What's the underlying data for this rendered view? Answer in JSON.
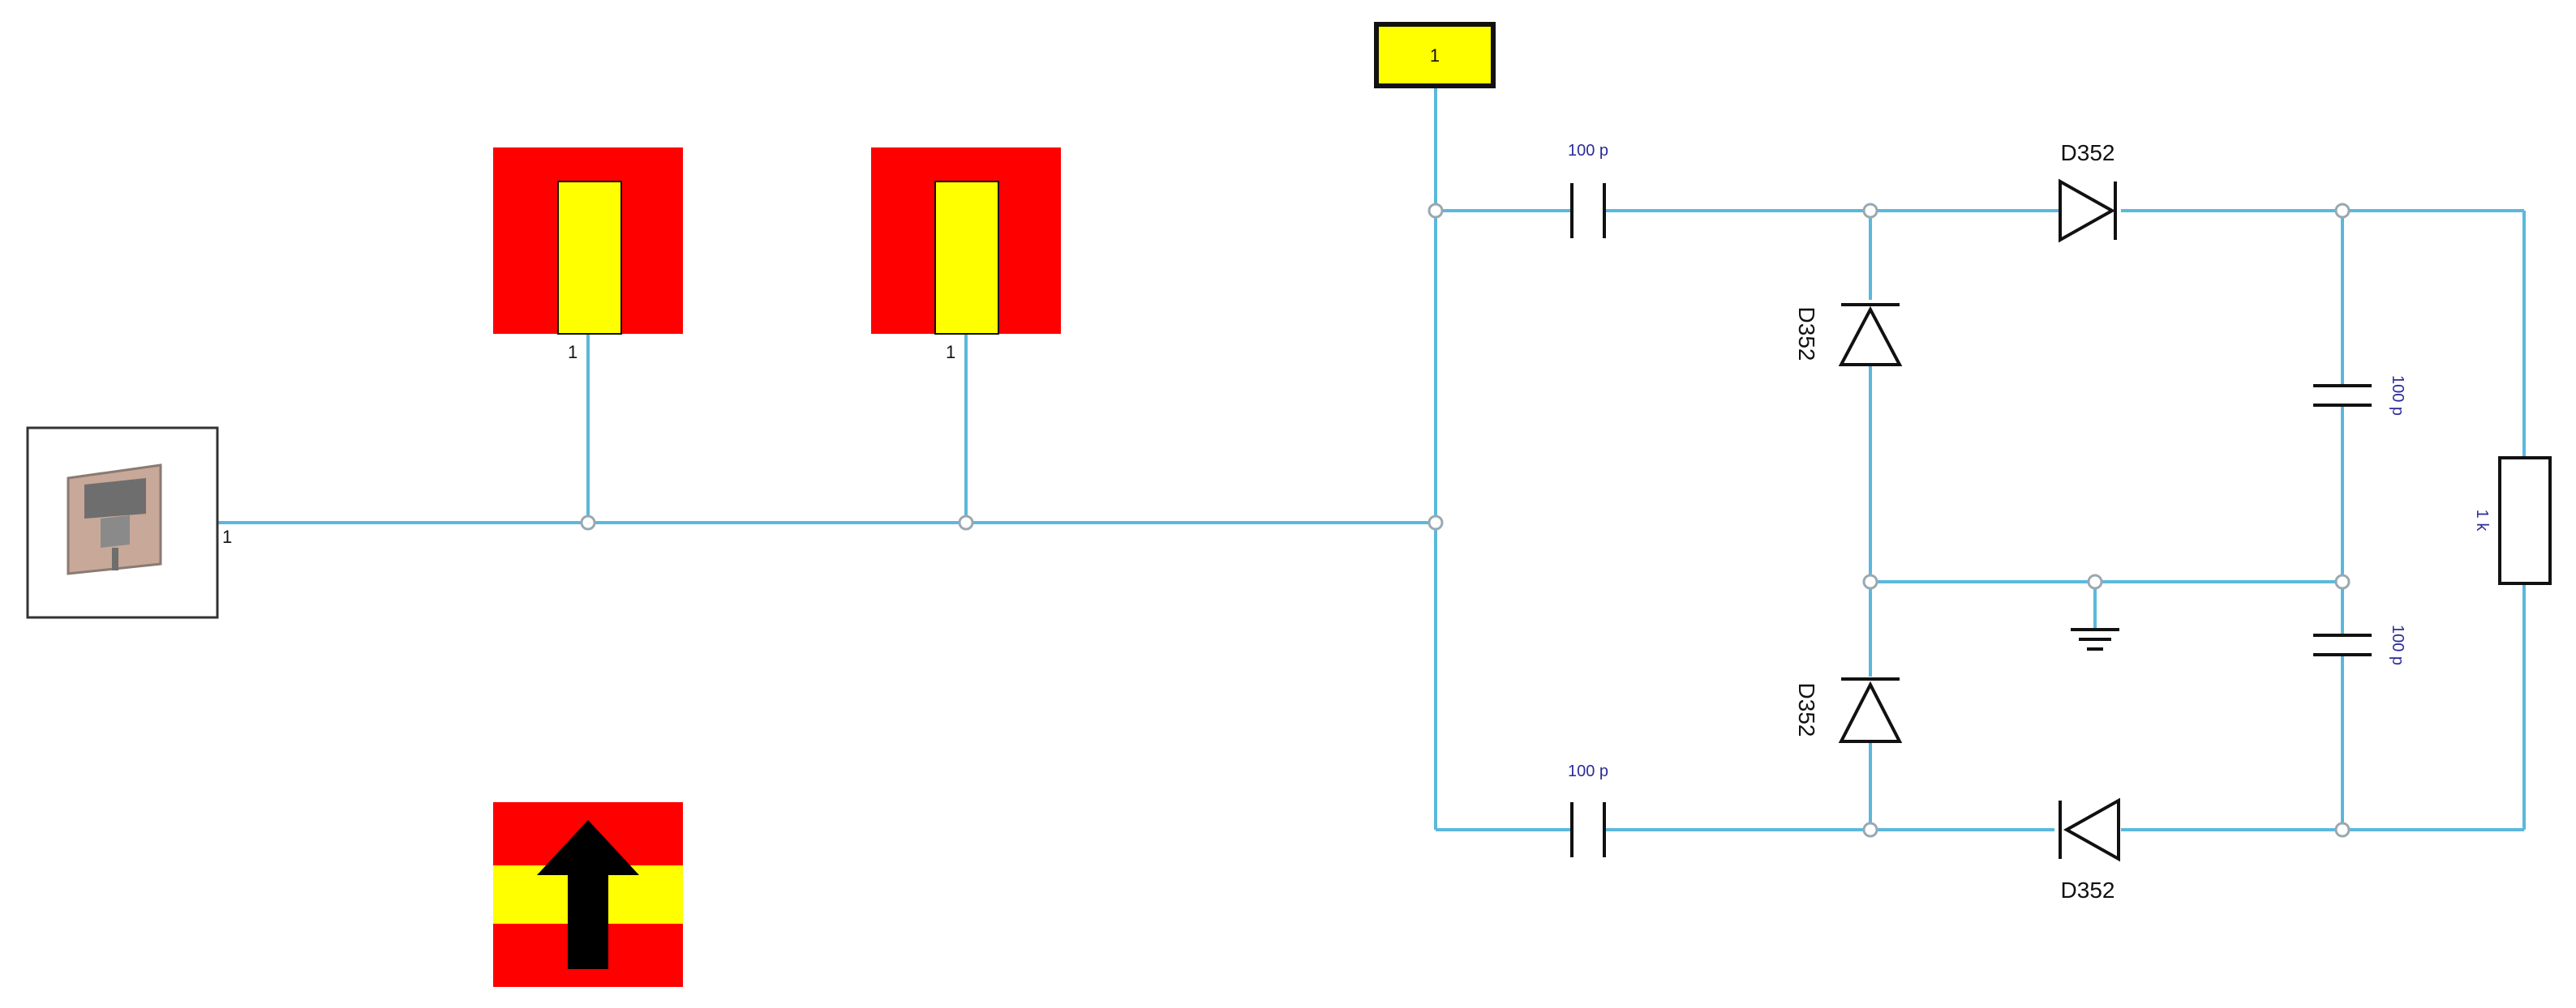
{
  "colors": {
    "wire": "#5bb8dc",
    "node": "#9aa8b0",
    "component_line": "#111111",
    "port_red": "#ff0000",
    "port_yellow": "#ffff00",
    "arrow": "#000000",
    "value_text": "#2b2b9a"
  },
  "components": {
    "antenna_port": {
      "pin": "1",
      "icon": "antenna-patch-icon"
    },
    "port_a": {
      "pin": "1",
      "icon": "port-red-yellow-icon"
    },
    "port_b": {
      "pin": "1",
      "icon": "port-red-yellow-icon"
    },
    "top_port": {
      "label": "1"
    },
    "cap_top": {
      "value": "100 p"
    },
    "cap_bottom": {
      "value": "100 p"
    },
    "cap_right_top": {
      "value": "100 p"
    },
    "cap_right_bottom": {
      "value": "100 p"
    },
    "diode_top": {
      "label": "D352"
    },
    "diode_bottom": {
      "label": "D352"
    },
    "diode_left_top": {
      "label": "D352"
    },
    "diode_left_bottom": {
      "label": "D352"
    },
    "load_resistor": {
      "value": "1 k"
    },
    "ground": {
      "icon": "ground-icon"
    },
    "direction_marker": {
      "icon": "up-arrow-icon"
    }
  }
}
